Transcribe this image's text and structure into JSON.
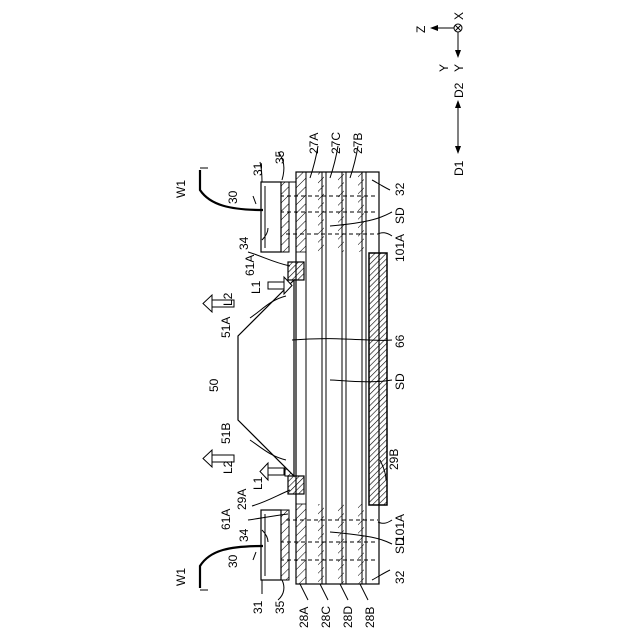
{
  "axes": {
    "z": "Z",
    "x": "X",
    "y_top": "Y",
    "y_side": "Y",
    "d2": "D2",
    "d1": "D1"
  },
  "labels": {
    "w1_top": "W1",
    "w1_bottom": "W1",
    "n31_top": "31",
    "n35_top": "35",
    "n30_top": "30",
    "n34_top": "34",
    "n61a_top": "61A",
    "n27a": "27A",
    "n27c": "27C",
    "n27b": "27B",
    "n32_top": "32",
    "sd_top": "SD",
    "n101a_top": "101A",
    "l1_top": "L1",
    "l2_top": "L2",
    "n51a": "51A",
    "n66": "66",
    "n50": "50",
    "sd_mid": "SD",
    "n51b": "51B",
    "n29b": "29B",
    "l2_bottom": "L2",
    "l1_bottom": "L1",
    "n29a": "29A",
    "n61a_bottom": "61A",
    "n101a_bottom": "101A",
    "n34_bottom": "34",
    "sd_bottom": "SD",
    "n30_bottom": "30",
    "n32_bottom": "32",
    "n31_bottom": "31",
    "n35_bottom": "35",
    "n28a": "28A",
    "n28c": "28C",
    "n28d": "28D",
    "n28b": "28B"
  }
}
